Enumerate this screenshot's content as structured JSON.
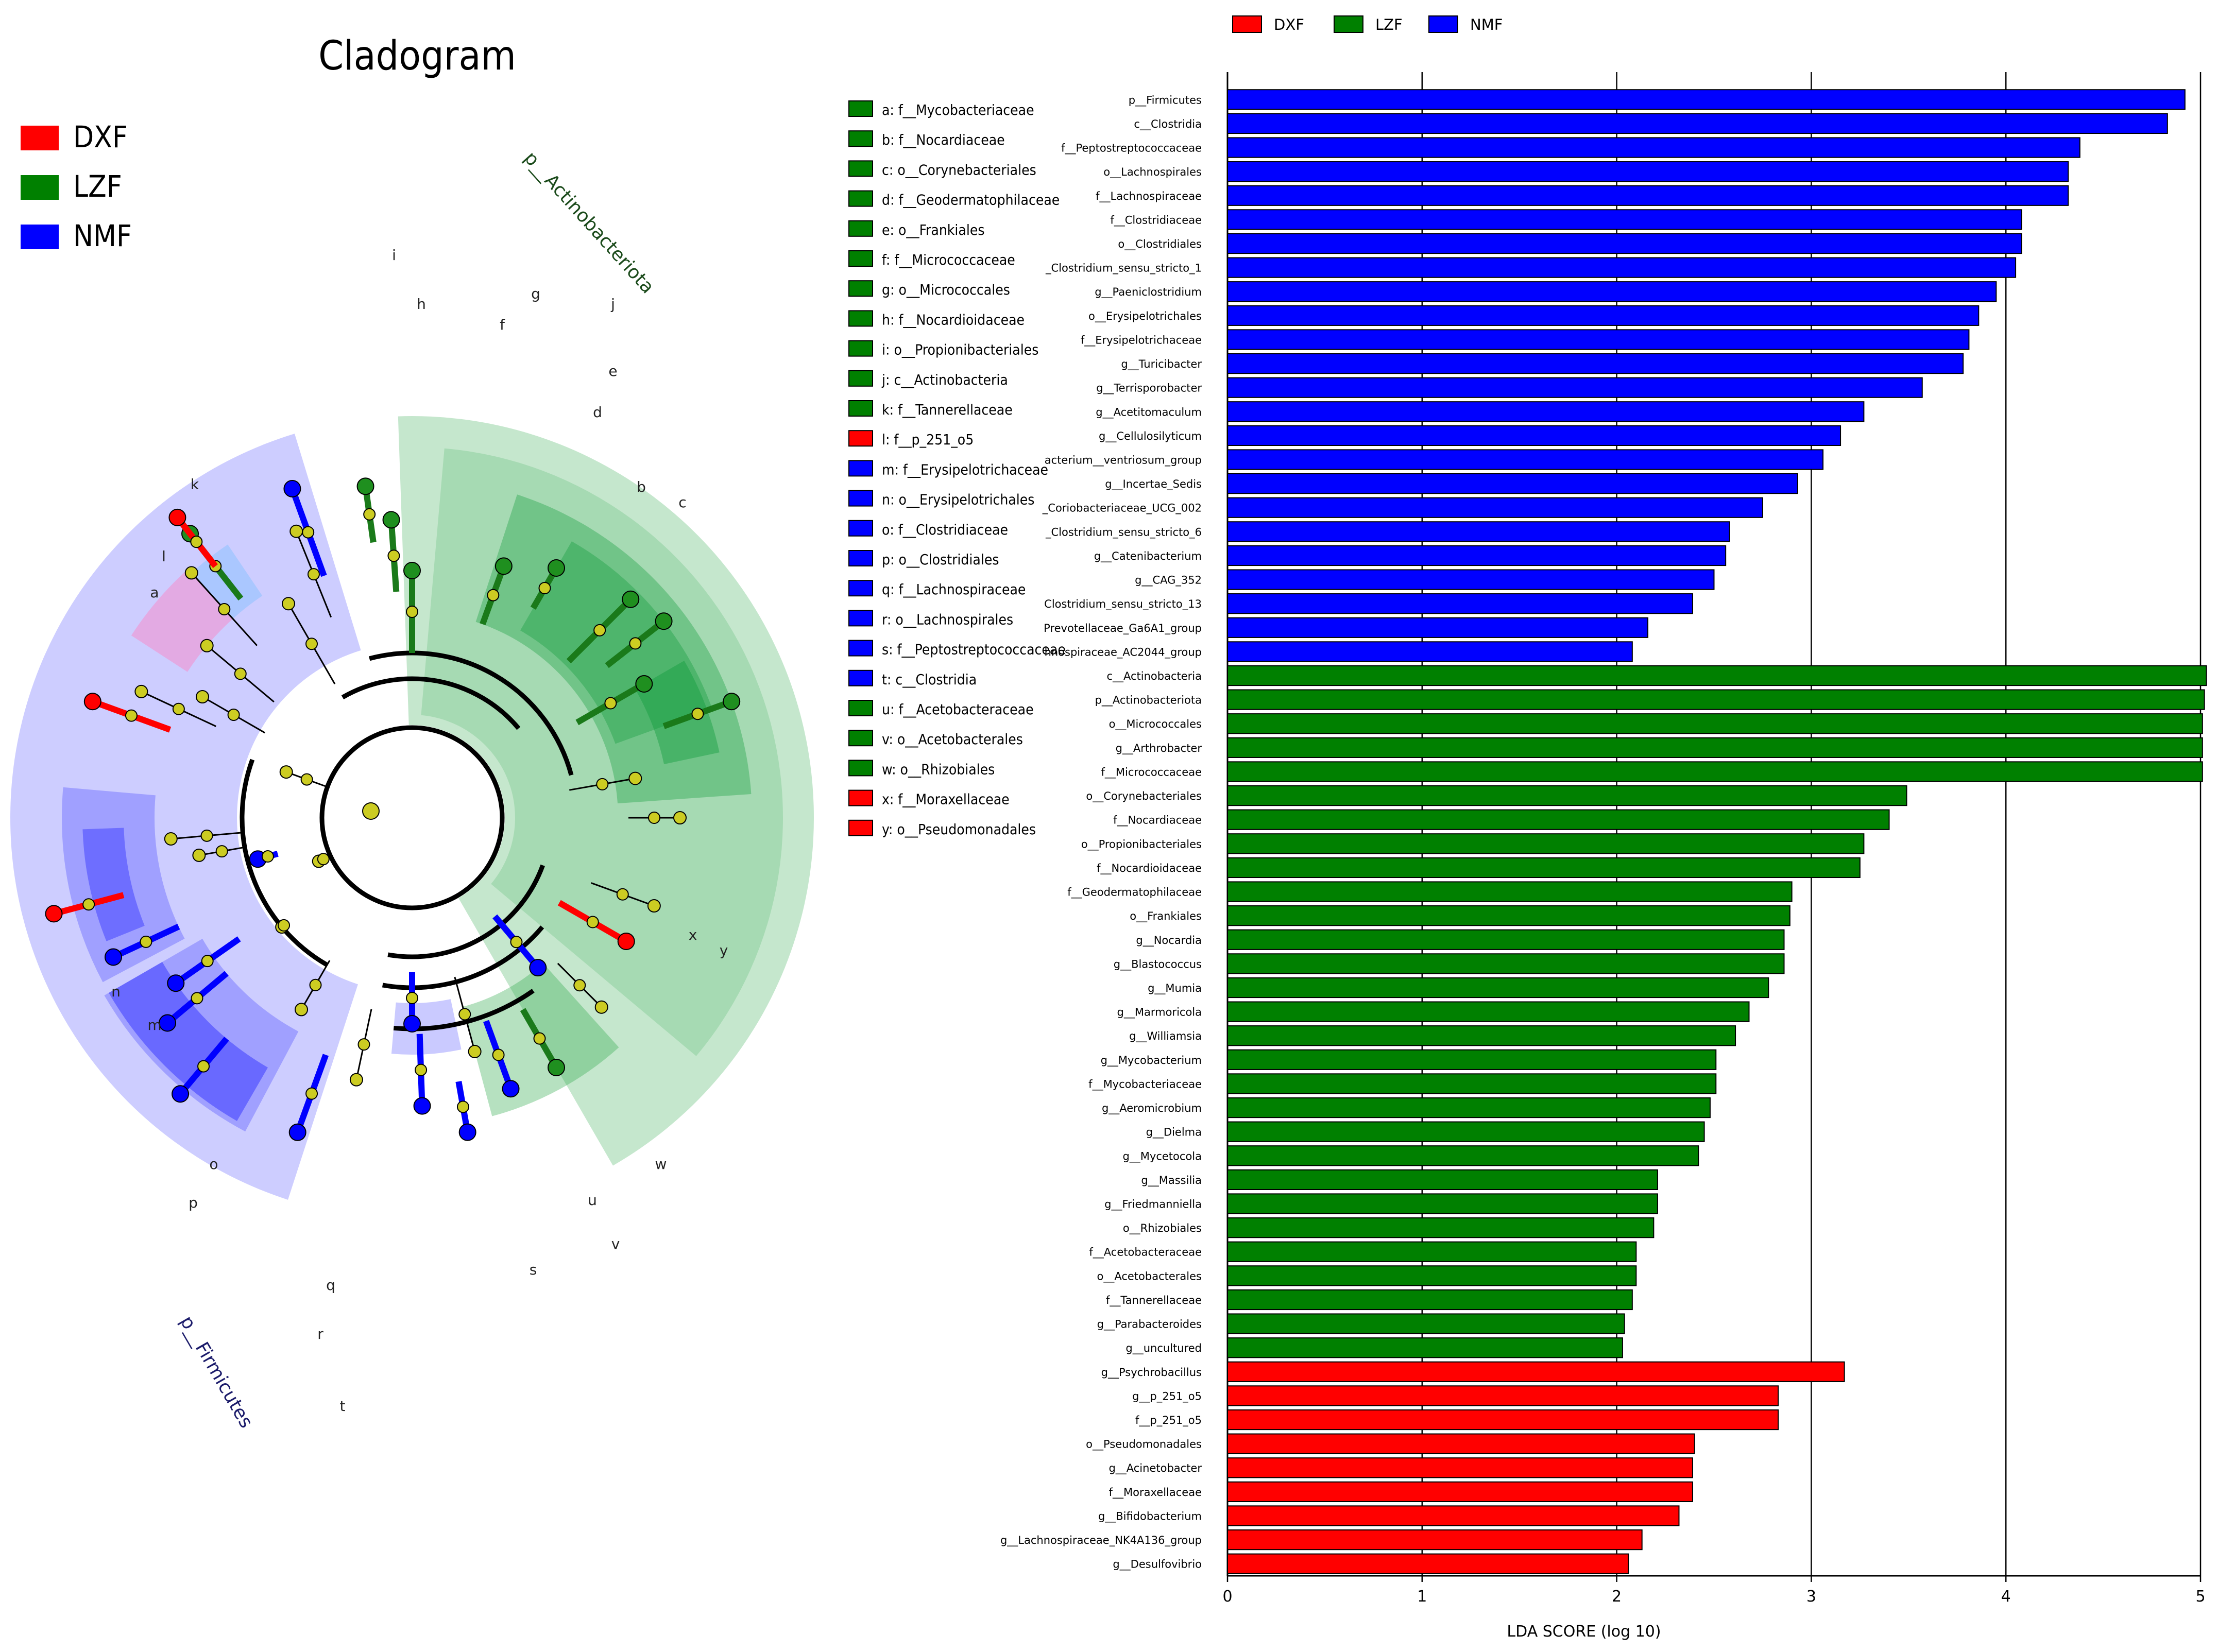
{
  "cladogram": {
    "title": "Cladogram",
    "legend": [
      {
        "name": "DXF",
        "color": "#ff0000"
      },
      {
        "name": "LZF",
        "color": "#008000"
      },
      {
        "name": "NMF",
        "color": "#0000ff"
      }
    ],
    "clade_labels": [
      "p__Actinobacteriota",
      "p__Firmicutes"
    ],
    "node_letters": [
      "a",
      "b",
      "c",
      "d",
      "e",
      "f",
      "g",
      "h",
      "i",
      "j",
      "k",
      "l",
      "m",
      "n",
      "o",
      "p",
      "q",
      "r",
      "s",
      "t",
      "u",
      "v",
      "w",
      "x",
      "y"
    ],
    "key": [
      {
        "label": "a: f__Mycobacteriaceae",
        "color": "#008000"
      },
      {
        "label": "b: f__Nocardiaceae",
        "color": "#008000"
      },
      {
        "label": "c: o__Corynebacteriales",
        "color": "#008000"
      },
      {
        "label": "d: f__Geodermatophilaceae",
        "color": "#008000"
      },
      {
        "label": "e: o__Frankiales",
        "color": "#008000"
      },
      {
        "label": "f: f__Micrococcaceae",
        "color": "#008000"
      },
      {
        "label": "g: o__Micrococcales",
        "color": "#008000"
      },
      {
        "label": "h: f__Nocardioidaceae",
        "color": "#008000"
      },
      {
        "label": "i: o__Propionibacteriales",
        "color": "#008000"
      },
      {
        "label": "j: c__Actinobacteria",
        "color": "#008000"
      },
      {
        "label": "k: f__Tannerellaceae",
        "color": "#008000"
      },
      {
        "label": "l: f__p_251_o5",
        "color": "#ff0000"
      },
      {
        "label": "m: f__Erysipelotrichaceae",
        "color": "#0000ff"
      },
      {
        "label": "n: o__Erysipelotrichales",
        "color": "#0000ff"
      },
      {
        "label": "o: f__Clostridiaceae",
        "color": "#0000ff"
      },
      {
        "label": "p: o__Clostridiales",
        "color": "#0000ff"
      },
      {
        "label": "q: f__Lachnospiraceae",
        "color": "#0000ff"
      },
      {
        "label": "r: o__Lachnospirales",
        "color": "#0000ff"
      },
      {
        "label": "s: f__Peptostreptococcaceae",
        "color": "#0000ff"
      },
      {
        "label": "t: c__Clostridia",
        "color": "#0000ff"
      },
      {
        "label": "u: f__Acetobacteraceae",
        "color": "#008000"
      },
      {
        "label": "v: o__Acetobacterales",
        "color": "#008000"
      },
      {
        "label": "w: o__Rhizobiales",
        "color": "#008000"
      },
      {
        "label": "x: f__Moraxellaceae",
        "color": "#ff0000"
      },
      {
        "label": "y: o__Pseudomonadales",
        "color": "#ff0000"
      }
    ]
  },
  "chart_data": {
    "type": "bar",
    "orientation": "horizontal",
    "xlabel": "LDA SCORE (log 10)",
    "xlim": [
      0,
      5
    ],
    "xticks": [
      0,
      1,
      2,
      3,
      4,
      5
    ],
    "grid": true,
    "legend_position": "top",
    "series": [
      {
        "name": "DXF",
        "color": "#ff0000"
      },
      {
        "name": "LZF",
        "color": "#008000"
      },
      {
        "name": "NMF",
        "color": "#0000ff"
      }
    ],
    "bars": [
      {
        "label": "p__Firmicutes",
        "value": 4.92,
        "group": "NMF"
      },
      {
        "label": "c__Clostridia",
        "value": 4.83,
        "group": "NMF"
      },
      {
        "label": "f__Peptostreptococcaceae",
        "value": 4.38,
        "group": "NMF"
      },
      {
        "label": "o__Lachnospirales",
        "value": 4.32,
        "group": "NMF"
      },
      {
        "label": "f__Lachnospiraceae",
        "value": 4.32,
        "group": "NMF"
      },
      {
        "label": "f__Clostridiaceae",
        "value": 4.08,
        "group": "NMF"
      },
      {
        "label": "o__Clostridiales",
        "value": 4.08,
        "group": "NMF"
      },
      {
        "label": "_Clostridium_sensu_stricto_1",
        "value": 4.05,
        "group": "NMF"
      },
      {
        "label": "g__Paeniclostridium",
        "value": 3.95,
        "group": "NMF"
      },
      {
        "label": "o__Erysipelotrichales",
        "value": 3.86,
        "group": "NMF"
      },
      {
        "label": "f__Erysipelotrichaceae",
        "value": 3.81,
        "group": "NMF"
      },
      {
        "label": "g__Turicibacter",
        "value": 3.78,
        "group": "NMF"
      },
      {
        "label": "g__Terrisporobacter",
        "value": 3.57,
        "group": "NMF"
      },
      {
        "label": "g__Acetitomaculum",
        "value": 3.27,
        "group": "NMF"
      },
      {
        "label": "g__Cellulosilyticum",
        "value": 3.15,
        "group": "NMF"
      },
      {
        "label": "acterium__ventriosum_group",
        "value": 3.06,
        "group": "NMF"
      },
      {
        "label": "g__Incertae_Sedis",
        "value": 2.93,
        "group": "NMF"
      },
      {
        "label": "_Coriobacteriaceae_UCG_002",
        "value": 2.75,
        "group": "NMF"
      },
      {
        "label": "_Clostridium_sensu_stricto_6",
        "value": 2.58,
        "group": "NMF"
      },
      {
        "label": "g__Catenibacterium",
        "value": 2.56,
        "group": "NMF"
      },
      {
        "label": "g__CAG_352",
        "value": 2.5,
        "group": "NMF"
      },
      {
        "label": "Clostridium_sensu_stricto_13",
        "value": 2.39,
        "group": "NMF"
      },
      {
        "label": "Prevotellaceae_Ga6A1_group",
        "value": 2.16,
        "group": "NMF"
      },
      {
        "label": "hnospiraceae_AC2044_group",
        "value": 2.08,
        "group": "NMF"
      },
      {
        "label": "c__Actinobacteria",
        "value": 5.03,
        "group": "LZF"
      },
      {
        "label": "p__Actinobacteriota",
        "value": 5.02,
        "group": "LZF"
      },
      {
        "label": "o__Micrococcales",
        "value": 5.01,
        "group": "LZF"
      },
      {
        "label": "g__Arthrobacter",
        "value": 5.01,
        "group": "LZF"
      },
      {
        "label": "f__Micrococcaceae",
        "value": 5.01,
        "group": "LZF"
      },
      {
        "label": "o__Corynebacteriales",
        "value": 3.49,
        "group": "LZF"
      },
      {
        "label": "f__Nocardiaceae",
        "value": 3.4,
        "group": "LZF"
      },
      {
        "label": "o__Propionibacteriales",
        "value": 3.27,
        "group": "LZF"
      },
      {
        "label": "f__Nocardioidaceae",
        "value": 3.25,
        "group": "LZF"
      },
      {
        "label": "f__Geodermatophilaceae",
        "value": 2.9,
        "group": "LZF"
      },
      {
        "label": "o__Frankiales",
        "value": 2.89,
        "group": "LZF"
      },
      {
        "label": "g__Nocardia",
        "value": 2.86,
        "group": "LZF"
      },
      {
        "label": "g__Blastococcus",
        "value": 2.86,
        "group": "LZF"
      },
      {
        "label": "g__Mumia",
        "value": 2.78,
        "group": "LZF"
      },
      {
        "label": "g__Marmoricola",
        "value": 2.68,
        "group": "LZF"
      },
      {
        "label": "g__Williamsia",
        "value": 2.61,
        "group": "LZF"
      },
      {
        "label": "g__Mycobacterium",
        "value": 2.51,
        "group": "LZF"
      },
      {
        "label": "f__Mycobacteriaceae",
        "value": 2.51,
        "group": "LZF"
      },
      {
        "label": "g__Aeromicrobium",
        "value": 2.48,
        "group": "LZF"
      },
      {
        "label": "g__Dielma",
        "value": 2.45,
        "group": "LZF"
      },
      {
        "label": "g__Mycetocola",
        "value": 2.42,
        "group": "LZF"
      },
      {
        "label": "g__Massilia",
        "value": 2.21,
        "group": "LZF"
      },
      {
        "label": "g__Friedmanniella",
        "value": 2.21,
        "group": "LZF"
      },
      {
        "label": "o__Rhizobiales",
        "value": 2.19,
        "group": "LZF"
      },
      {
        "label": "f__Acetobacteraceae",
        "value": 2.1,
        "group": "LZF"
      },
      {
        "label": "o__Acetobacterales",
        "value": 2.1,
        "group": "LZF"
      },
      {
        "label": "f__Tannerellaceae",
        "value": 2.08,
        "group": "LZF"
      },
      {
        "label": "g__Parabacteroides",
        "value": 2.04,
        "group": "LZF"
      },
      {
        "label": "g__uncultured",
        "value": 2.03,
        "group": "LZF"
      },
      {
        "label": "g__Psychrobacillus",
        "value": 3.17,
        "group": "DXF"
      },
      {
        "label": "g__p_251_o5",
        "value": 2.83,
        "group": "DXF"
      },
      {
        "label": "f__p_251_o5",
        "value": 2.83,
        "group": "DXF"
      },
      {
        "label": "o__Pseudomonadales",
        "value": 2.4,
        "group": "DXF"
      },
      {
        "label": "g__Acinetobacter",
        "value": 2.39,
        "group": "DXF"
      },
      {
        "label": "f__Moraxellaceae",
        "value": 2.39,
        "group": "DXF"
      },
      {
        "label": "g__Bifidobacterium",
        "value": 2.32,
        "group": "DXF"
      },
      {
        "label": "g__Lachnospiraceae_NK4A136_group",
        "value": 2.13,
        "group": "DXF"
      },
      {
        "label": "g__Desulfovibrio",
        "value": 2.06,
        "group": "DXF"
      }
    ]
  }
}
